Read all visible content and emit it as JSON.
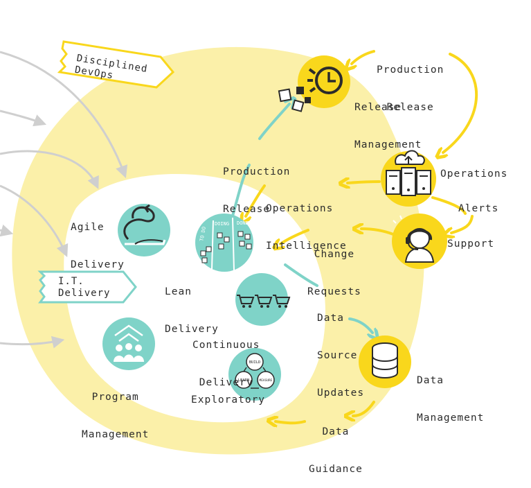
{
  "tags": {
    "disciplined_devops": [
      "Disciplined",
      "DevOps"
    ],
    "it_delivery": [
      "I.T.",
      "Delivery"
    ]
  },
  "labels": {
    "production_release_top": [
      "Production",
      "Release"
    ],
    "release_management": [
      "Release",
      "Management"
    ],
    "production_release_mid": [
      "Production",
      "Release"
    ],
    "operations": "Operations",
    "operations_intelligence": [
      "Operations",
      "Intelligence"
    ],
    "alerts": "Alerts",
    "change_requests": [
      "Change",
      "Requests"
    ],
    "support": "Support",
    "data_source_updates": [
      "Data",
      "Source",
      "Updates"
    ],
    "data_management": [
      "Data",
      "Management"
    ],
    "data_guidance": [
      "Data",
      "Guidance"
    ],
    "agile_delivery": [
      "Agile",
      "Delivery"
    ],
    "lean_delivery": [
      "Lean",
      "Delivery"
    ],
    "continuous_delivery": [
      "Continuous",
      "Delivery"
    ],
    "program_management": [
      "Program",
      "Management"
    ],
    "exploratory": "Exploratory"
  },
  "icon_text": {
    "kanban": [
      "TO DO",
      "DOING",
      "DONE"
    ],
    "cycle": [
      "BUILD",
      "LEARN",
      "MEASURE"
    ]
  },
  "colors": {
    "yellow_ring": "#fbf0a9",
    "yellow_accent": "#f9d71c",
    "teal": "#7fd3c8",
    "teal_dark": "#5fbfb2",
    "gray_arrow": "#cfcfcf",
    "text": "#2b2b2b"
  }
}
